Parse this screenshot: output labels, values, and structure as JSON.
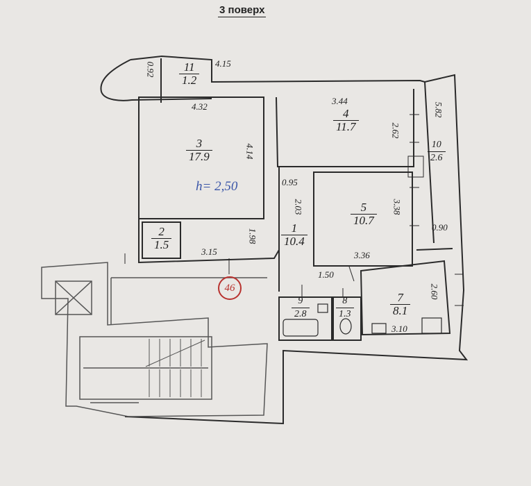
{
  "title": "3 поверх",
  "apartment_number": "46",
  "ceiling_height": "h= 2,50",
  "rooms": [
    {
      "id": "1",
      "number": "1",
      "area": "10.4"
    },
    {
      "id": "2",
      "number": "2",
      "area": "1.5"
    },
    {
      "id": "3",
      "number": "3",
      "area": "17.9"
    },
    {
      "id": "4",
      "number": "4",
      "area": "11.7"
    },
    {
      "id": "5",
      "number": "5",
      "area": "10.7"
    },
    {
      "id": "7",
      "number": "7",
      "area": "8.1"
    },
    {
      "id": "8",
      "number": "8",
      "area": "1.3"
    },
    {
      "id": "9",
      "number": "9",
      "area": "2.8"
    },
    {
      "id": "10",
      "number": "10",
      "area": "2.6"
    },
    {
      "id": "11",
      "number": "11",
      "area": "1.2"
    }
  ],
  "dimensions": {
    "d1": "4.15",
    "d2": "0.92",
    "d3": "4.32",
    "d4": "4.14",
    "d5": "3.44",
    "d6": "2.62",
    "d7": "5.82",
    "d8": "0.95",
    "d9": "2.03",
    "d10": "3.38",
    "d11": "3.15",
    "d12": "1.98",
    "d13": "3.36",
    "d14": "0.90",
    "d15": "1.50",
    "d16": "2.60",
    "d17": "3.10"
  }
}
